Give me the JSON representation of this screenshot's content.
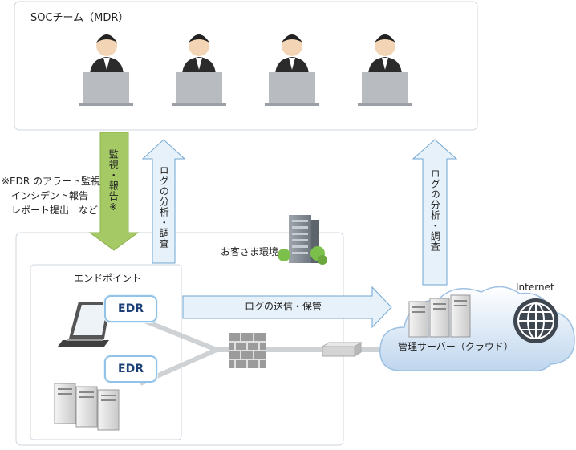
{
  "soc": {
    "title": "SOCチーム（MDR）"
  },
  "arrows": {
    "monitor_report": "監視・報告※",
    "log_analysis_left": "ログの分析・調査",
    "log_analysis_right": "ログの分析・調査",
    "log_send": "ログの送信・保管"
  },
  "note": {
    "line1": "※EDR のアラート監視",
    "line2": "インシデント報告",
    "line3": "レポート提出　など"
  },
  "customer": {
    "title": "お客さま環境"
  },
  "endpoint": {
    "title": "エンドポイント",
    "edr_top": "EDR",
    "edr_bottom": "EDR"
  },
  "cloud": {
    "server_label": "管理サーバー（クラウド）",
    "internet_label": "Internet"
  }
}
